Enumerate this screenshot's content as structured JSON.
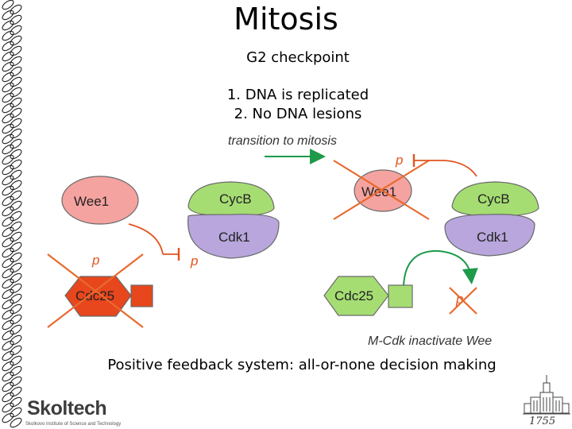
{
  "slide": {
    "title": "Mitosis",
    "subtitle": "G2 checkpoint",
    "conditions": [
      "1. DNA is replicated",
      "2. No DNA lesions"
    ],
    "footer": "Positive feedback system: all-or-none decision making"
  },
  "diagram": {
    "transition_label": "transition to mitosis",
    "caption": "M-Cdk inactivate Wee",
    "left": {
      "wee1": "Wee1",
      "cycb": "CycB",
      "cdk1": "Cdk1",
      "cdc25": "Cdc25",
      "p_near_cdc25": "p",
      "p_near_cdk1": "p"
    },
    "right": {
      "wee1": "Wee1",
      "cycb": "CycB",
      "cdk1": "Cdk1",
      "cdc25": "Cdc25",
      "p_top": "p",
      "p_crossed": "p"
    }
  },
  "branding": {
    "logo_word": "Skoltech",
    "logo_sub": "Skolkovo Institute of Science and Technology",
    "year": "1755"
  },
  "colors": {
    "wee1_fill": "#f4a3a0",
    "cyc_fill": "#a6dd73",
    "cdk_fill": "#b8a6dc",
    "cdc25_active": "#e8461d",
    "cdc25_inactive": "#a6dd73",
    "arrow_orange": "#e2541e",
    "arrow_green": "#1e9a4a",
    "cross": "#e86a2e"
  }
}
